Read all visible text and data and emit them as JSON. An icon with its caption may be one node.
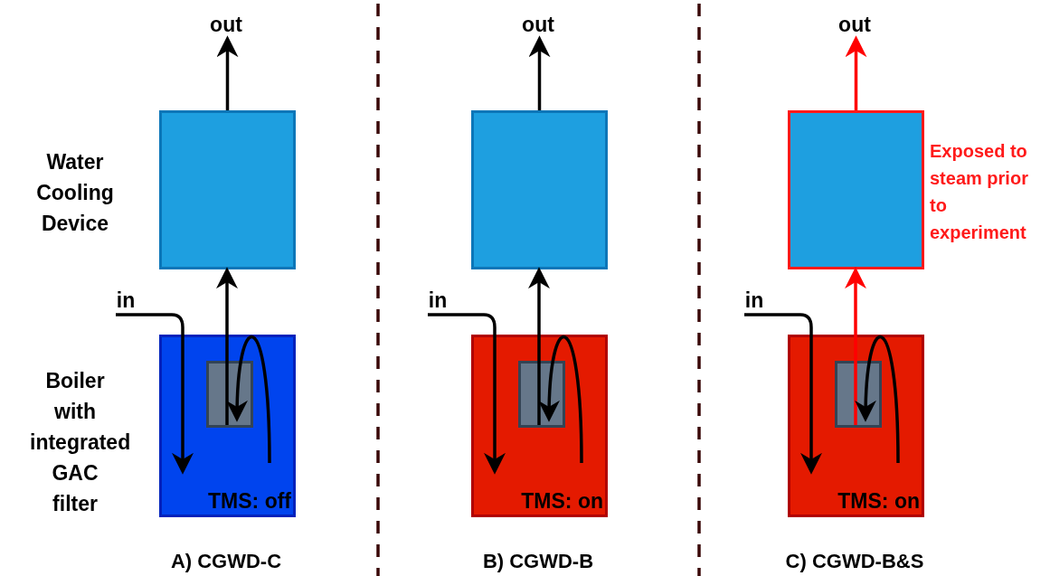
{
  "diagram": {
    "nodes": [
      {
        "text": [
          "out"
        ]
      },
      {
        "text": [],
        "shape": "box"
      },
      {
        "text": [
          "in"
        ]
      },
      {
        "text": [
          "TMS: off"
        ]
      },
      {
        "text": [],
        "shape": "box",
        "in": 3
      },
      {
        "text": [
          "out"
        ]
      },
      {
        "text": [],
        "shape": "box"
      },
      {
        "text": [
          "in"
        ]
      },
      {
        "text": [
          "TMS: on"
        ]
      },
      {
        "text": [],
        "shape": "box",
        "in": 8
      },
      {
        "text": [
          "out"
        ]
      },
      {
        "text": [],
        "shape": "box",
        "beside": [
          "Exposed to steam prior to experiment"
        ]
      },
      {
        "text": [
          "in"
        ]
      },
      {
        "text": [
          "TMS: on"
        ]
      },
      {
        "text": [],
        "shape": "box",
        "in": 13
      }
    ],
    "edges": [
      {
        "from": 1,
        "to": 0,
        "arrow": "to"
      },
      {
        "from": 4,
        "to": 1,
        "arrow": "to"
      },
      {
        "from": 2,
        "to": 3,
        "arrow": "to"
      },
      {
        "from": 3,
        "to": 4,
        "arrow": "to"
      },
      {
        "from": 6,
        "to": 5,
        "arrow": "to"
      },
      {
        "from": 9,
        "to": 6,
        "arrow": "to"
      },
      {
        "from": 7,
        "to": 8,
        "arrow": "to"
      },
      {
        "from": 8,
        "to": 9,
        "arrow": "to"
      },
      {
        "from": 11,
        "to": 10,
        "arrow": "to",
        "color": "#ff0000"
      },
      {
        "from": 14,
        "to": 11,
        "arrow": "to",
        "color": "#ff0000"
      },
      {
        "from": 12,
        "to": 13,
        "arrow": "to"
      },
      {
        "from": 13,
        "to": 14,
        "arrow": "to"
      }
    ],
    "labels": [
      "Water Cooling Device",
      "Boiler with integrated GAC filter",
      "A) CGWD-C",
      "B) CGWD-B",
      "C) CGWD-B&S"
    ]
  }
}
